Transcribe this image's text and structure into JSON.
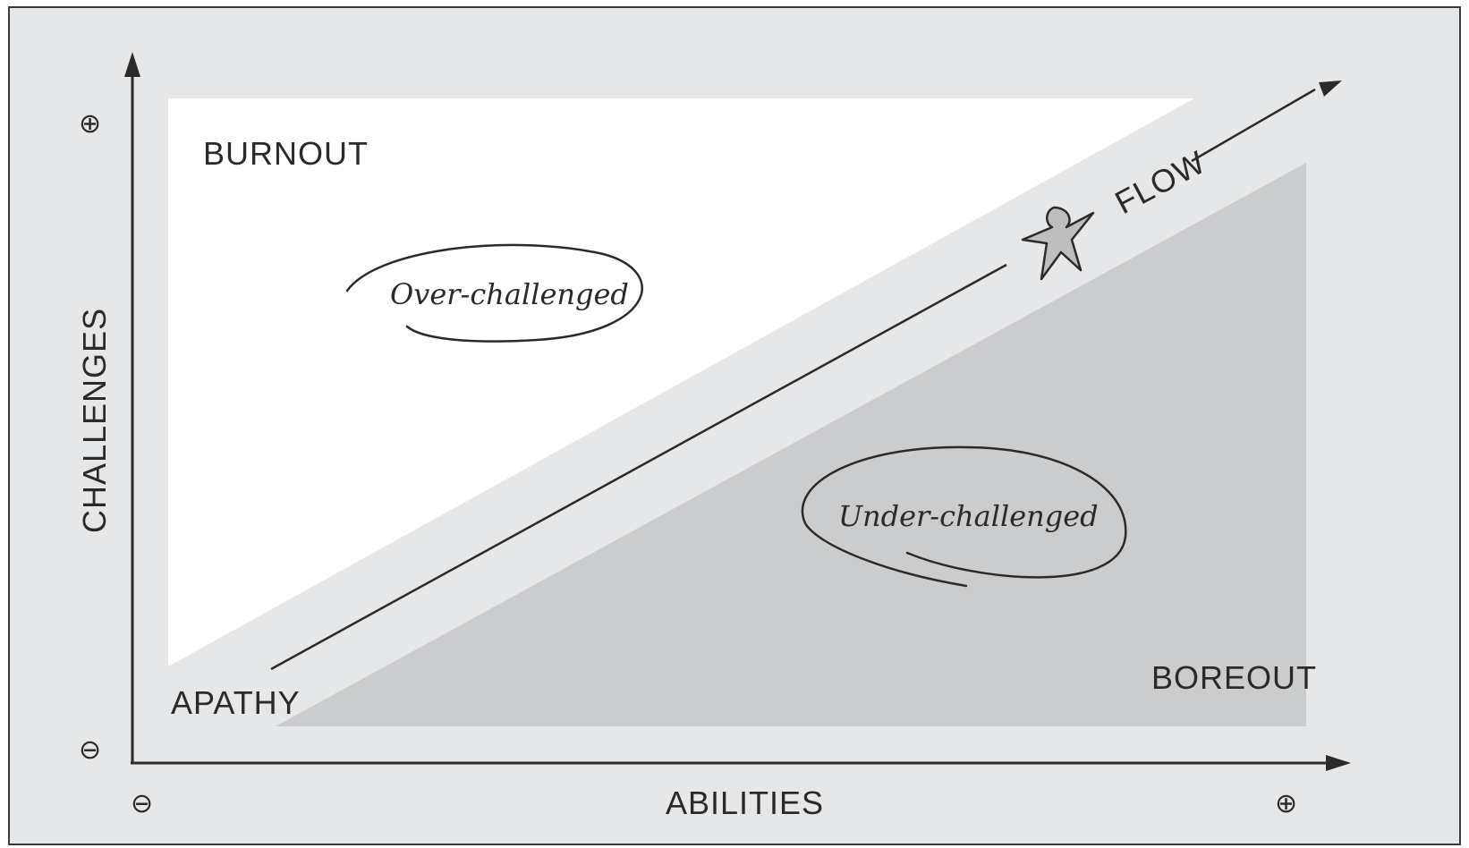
{
  "axes": {
    "x_label": "ABILITIES",
    "y_label": "CHALLENGES",
    "x_min_sign": "⊖",
    "x_max_sign": "⊕",
    "y_min_sign": "⊖",
    "y_max_sign": "⊕"
  },
  "regions": {
    "top_left": "BURNOUT",
    "bottom_left": "APATHY",
    "bottom_right": "BOREOUT",
    "diagonal": "FLOW"
  },
  "annotations": {
    "over": "Over-challenged",
    "under": "Under-challenged"
  },
  "figure": {
    "name": "stick-figure-icon"
  },
  "colors": {
    "background": "#e6e7e8",
    "burnout_zone": "#ffffff",
    "boreout_zone": "#cbcccd",
    "ink": "#2a2a2a"
  }
}
